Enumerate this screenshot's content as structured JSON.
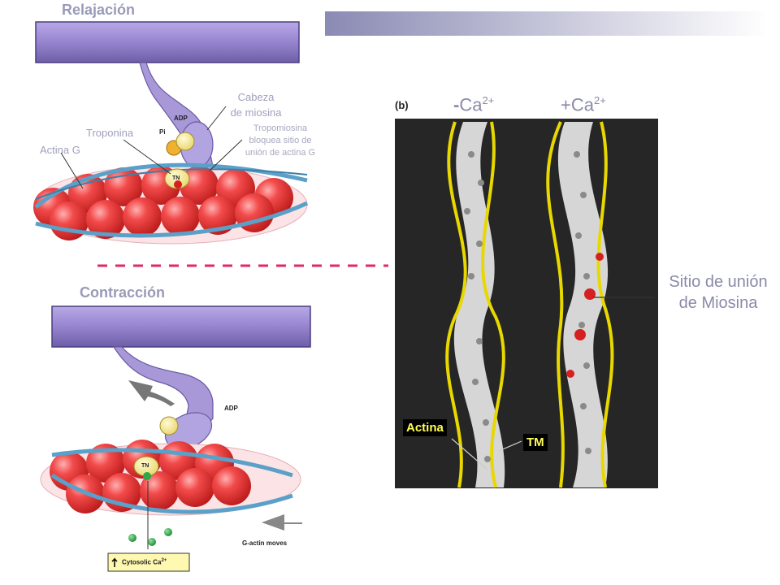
{
  "labels": {
    "relajacion": "Relajación",
    "contraccion": "Contracción",
    "cabeza_1": "Cabeza",
    "cabeza_2": "de miosina",
    "troponina": "Troponina",
    "actina_g": "Actina G",
    "tropomiosina_1": "Tropomiosina",
    "tropomiosina_2": "bloquea sitio de",
    "tropomiosina_3": "unión de actina G",
    "adp_top": "ADP",
    "pi": "Pi",
    "tn_top": "TN",
    "adp_bottom": "ADP",
    "tn_bottom": "TN",
    "g_actin_moves": "G-actin moves",
    "cytosolic": "Cytosolic Ca",
    "cytosolic_sup": "2+",
    "panel_b": "(b)",
    "minus_ca": "Ca",
    "minus_sign": "-",
    "minus_sup": "2+",
    "plus_ca": "Ca",
    "plus_sign": "+",
    "plus_sup": "2+",
    "sitio_1": "Sitio de unión",
    "sitio_2": "de Miosina",
    "actina": "Actina",
    "tm": "TM"
  },
  "colors": {
    "myosin": "#9a8ad0",
    "actin": "#e62f2f",
    "tropomyosin": "#5aa0c8",
    "troponin": "#f6ec9a",
    "calcium": "#2aa84a",
    "divider": "#e0286e",
    "em_yellow": "#e8d800"
  }
}
